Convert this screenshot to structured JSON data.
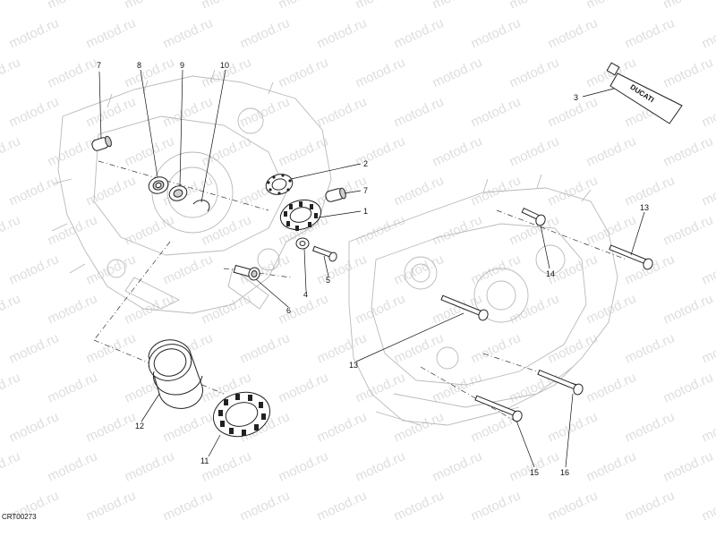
{
  "watermark_text": "motod.ru",
  "reference_code": "CRT00273",
  "tube_brand": "DUCATI",
  "callouts": [
    {
      "id": "c7a",
      "label": "7"
    },
    {
      "id": "c8",
      "label": "8"
    },
    {
      "id": "c9",
      "label": "9"
    },
    {
      "id": "c10",
      "label": "10"
    },
    {
      "id": "c3",
      "label": "3"
    },
    {
      "id": "c2",
      "label": "2"
    },
    {
      "id": "c7b",
      "label": "7"
    },
    {
      "id": "c1",
      "label": "1"
    },
    {
      "id": "c13a",
      "label": "13"
    },
    {
      "id": "c14",
      "label": "14"
    },
    {
      "id": "c5",
      "label": "5"
    },
    {
      "id": "c4",
      "label": "4"
    },
    {
      "id": "c6",
      "label": "6"
    },
    {
      "id": "c13b",
      "label": "13"
    },
    {
      "id": "c12",
      "label": "12"
    },
    {
      "id": "c11",
      "label": "11"
    },
    {
      "id": "c15",
      "label": "15"
    },
    {
      "id": "c16",
      "label": "16"
    }
  ]
}
